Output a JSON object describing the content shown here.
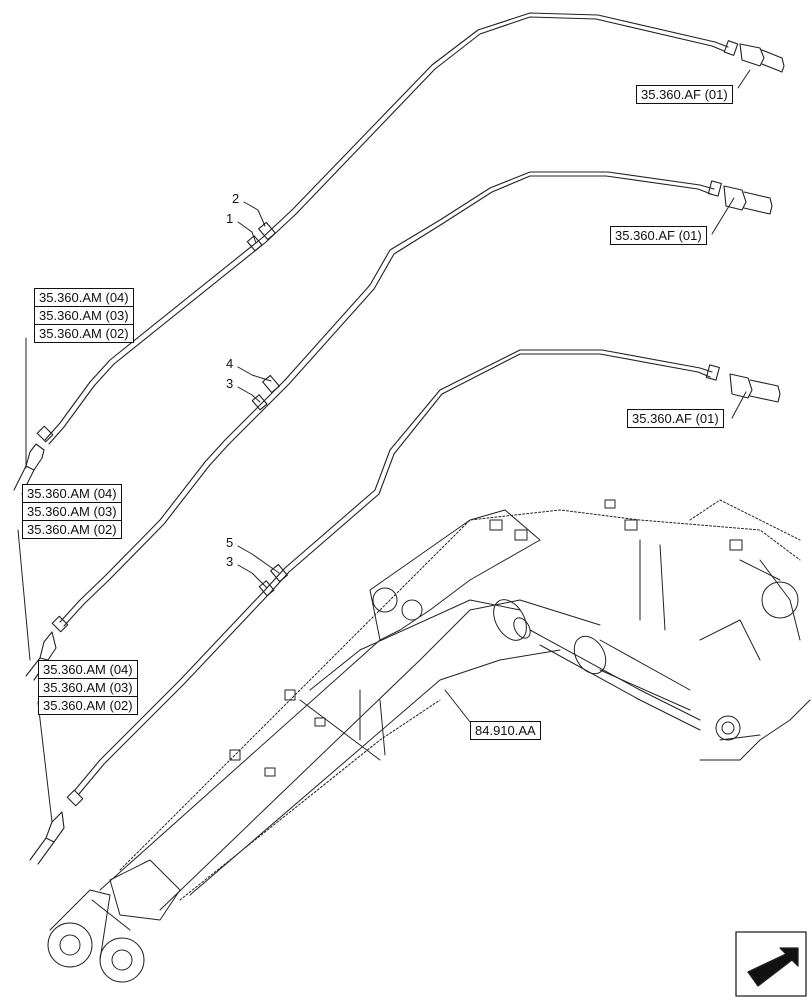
{
  "references": {
    "af_1": "35.360.AF (01)",
    "af_2": "35.360.AF (01)",
    "af_3": "35.360.AF (01)",
    "am_group_1": [
      "35.360.AM (04)",
      "35.360.AM (03)",
      "35.360.AM (02)"
    ],
    "am_group_2": [
      "35.360.AM (04)",
      "35.360.AM (03)",
      "35.360.AM (02)"
    ],
    "am_group_3": [
      "35.360.AM (04)",
      "35.360.AM (03)",
      "35.360.AM (02)"
    ],
    "boom": "84.910.AA"
  },
  "callouts": {
    "c2": "2",
    "c1": "1",
    "c4": "4",
    "c3a": "3",
    "c5": "5",
    "c3b": "3"
  },
  "icons": {
    "view_direction": "view-direction-arrow-icon"
  }
}
